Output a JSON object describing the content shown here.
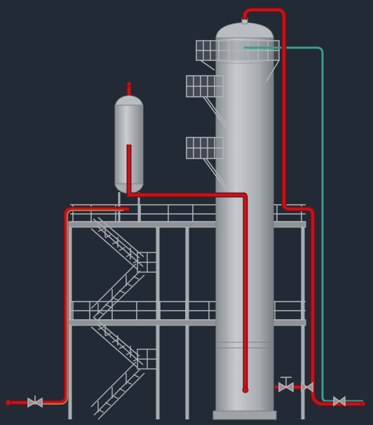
{
  "diagram": {
    "background": "#222a35",
    "colors": {
      "steel": "#a9adb2",
      "steel_dark": "#6e7378",
      "vessel_light": "#c4c8cc",
      "vessel_mid": "#a6abb0",
      "vessel_dark": "#7d8287",
      "red_pipe": "#c0151c",
      "red_pipe_dark": "#7a0d12",
      "teal_pipe": "#3a9e8e",
      "tan_pipe": "#b9955a"
    },
    "components": [
      "distillation-column",
      "reflux-drum",
      "steel-support-structure",
      "stair-flights",
      "platform-railings",
      "column-platforms",
      "overhead-vapor-line",
      "reflux-line",
      "teal-utility-line",
      "inlet-line",
      "outlet-valves"
    ]
  }
}
